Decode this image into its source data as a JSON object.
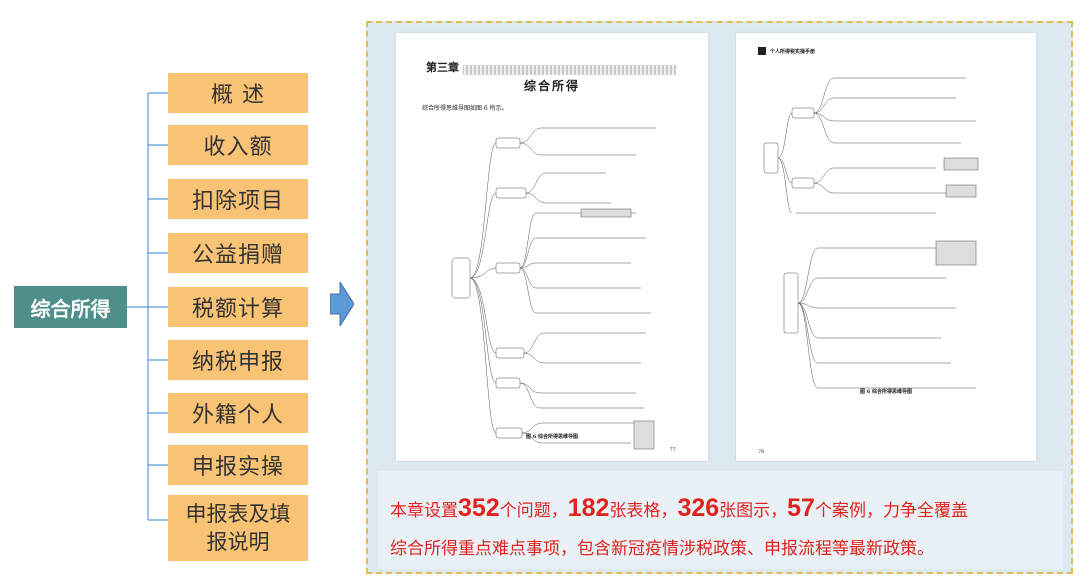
{
  "mindmap": {
    "root": "综合所得",
    "branches": [
      "概  述",
      "收入额",
      "扣除项目",
      "公益捐赠",
      "税额计算",
      "纳税申报",
      "外籍个人",
      "申报实操",
      "申报表及填\n报说明"
    ],
    "node_color": "#f8c374",
    "root_color": "#4f8f8b",
    "connector_color": "#5b9bd5"
  },
  "book": {
    "left_page": {
      "chapter_tag": "第三章",
      "title": "综合所得",
      "intro": "综合所得思维导图如图 6 所示。",
      "caption": "图 6  综合所得思维导图",
      "page_number": "77"
    },
    "right_page": {
      "header": "个人所得税实操手册",
      "caption": "图 6  综合所得思维导图",
      "page_number": "78"
    }
  },
  "summary": {
    "line1": [
      "本章设置",
      "352",
      "个问题，",
      "182",
      "张表格，",
      "326",
      "张图示，",
      "57",
      "个案例，力争全覆盖"
    ],
    "line2": "综合所得重点难点事项，包含新冠疫情涉税政策、申报流程等最新政策。",
    "text_color": "#e0231c"
  }
}
